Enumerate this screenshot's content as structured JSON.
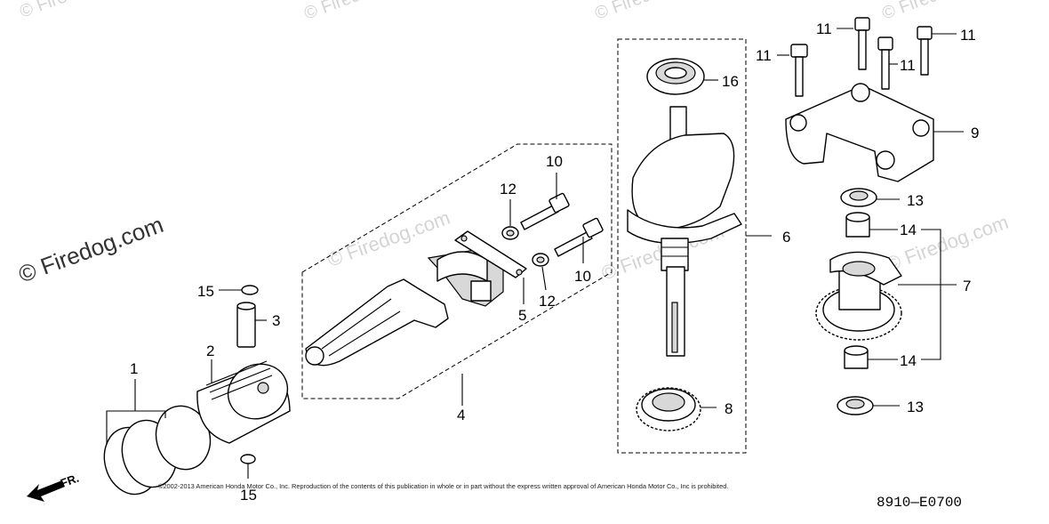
{
  "watermark": {
    "brand": "© Firedog.com"
  },
  "callouts": {
    "c1": "1",
    "c2": "2",
    "c3": "3",
    "c4": "4",
    "c5": "5",
    "c6": "6",
    "c7": "7",
    "c8": "8",
    "c9": "9",
    "c10a": "10",
    "c10b": "10",
    "c11a": "11",
    "c11b": "11",
    "c11c": "11",
    "c11d": "11",
    "c12a": "12",
    "c12b": "12",
    "c13a": "13",
    "c13b": "13",
    "c14a": "14",
    "c14b": "14",
    "c15a": "15",
    "c15b": "15",
    "c16": "16"
  },
  "direction_label": "FR.",
  "copyright": "©2002-2013 American Honda Motor Co., Inc. Reproduction of the contents of this publication in whole or in part without the express written approval of American Honda Motor Co., Inc is prohibited.",
  "diagram_code": "8910—E0700"
}
